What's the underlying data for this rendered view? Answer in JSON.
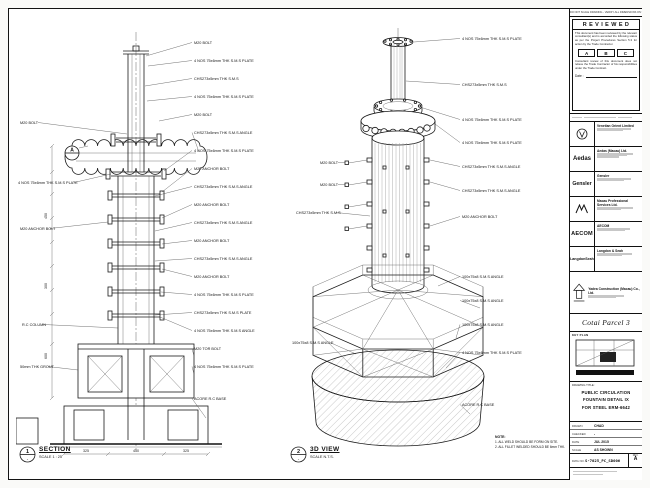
{
  "sheet": {
    "top_strip": "DO NOT SCALE DRAWING - VERIFY ALL DIMENSIONS ON SITE",
    "notes_heading": "NOTE:",
    "notes": [
      "1. ALL WELD SHOULD BE FORM ON SITE.",
      "2. ALL FILLET WELDED SHOULD BE 6mm THK."
    ]
  },
  "section_view": {
    "bubble_num": "1",
    "bubble_ref": "-",
    "title": "SECTION",
    "scale": "SCALE 1 : 25",
    "detail_bubble": "A",
    "annotations_right": [
      "M20 BOLT",
      "4 NOS 75x6mm THK S.M.S PLATE",
      "CHS273x5mm THK S.M.S",
      "4 NOS 75x6mm THK S.M.S PLATE",
      "M20 BOLT",
      "CHS273x5mm THK S.M.S ANGLE",
      "4 NOS 75x6mm THK S.M.S PLATE",
      "M20 ANCHOR BOLT",
      "CHS273x5mm THK S.M.S ANGLE",
      "M20 ANCHOR BOLT",
      "CHS273x5mm THK S.M.S ANGLE",
      "M20 ANCHOR BOLT",
      "CHS273x5mm THK S.M.S ANGLE",
      "M20 ANCHOR BOLT",
      "4 NOS 75x6mm THK S.M.S PLATE",
      "CHS273x5mm THK S.M.S PLATE",
      "4 NOS 75x6mm THK S.M.S ANGLE",
      "M20 TOR BOLT",
      "4 NOS 75x6mm THK S.M.S PLATE",
      "ACORE R.C BASE"
    ],
    "annotations_left": [
      "M20 BOLT",
      "4 NOS 75x6mm THK S.M.S PLATE",
      "M20 ANCHOR BOLT",
      "R.C COLUMN",
      "50mm THK GROUT"
    ],
    "dims_vertical": [
      "450",
      "300",
      "600"
    ],
    "dims_bottom": [
      "325",
      "450",
      "325"
    ]
  },
  "iso_view": {
    "bubble_num": "2",
    "bubble_ref": "-",
    "title": "3D VIEW",
    "scale": "SCALE N.T.S.",
    "annotations_right": [
      "4 NOS 75x6mm THK S.M.S PLATE",
      "CHS273x5mm THK S.M.S",
      "4 NOS 75x6mm THK S.M.S PLATE",
      "4 NOS 75x6mm THK S.M.S PLATE",
      "CHS273x5mm THK S.M.S ANGLE",
      "CHS273x5mm THK S.M.S ANGLE",
      "M20 ANCHOR BOLT",
      "100x75x8 S.M.S ANGLE",
      "100x75x8 S.M.S ANGLE",
      "100x75x8 S.M.S ANGLE",
      "4 NOS 75x6mm THK S.M.S PLATE",
      "ACORE R.C BASE"
    ],
    "annotations_left": [
      "M20 BOLT",
      "M20 BOLT",
      "CHS273x5mm THK S.M.S",
      "100x75x8 S.M.S ANGLE"
    ]
  },
  "title_block": {
    "reviewed": {
      "title": "REVIEWED",
      "para1": "This document has been reviewed by the relevant consultant(s) and is accorded the following status as per the Project Procedures Section 5.3 for action by the Trade Contractor.",
      "para2": "Consultant review of this document does not relieve the Trade Contractor of his responsibilities under the Trade Contract.",
      "date_label": "Date :"
    },
    "status_codes": [
      "A",
      "B",
      "C"
    ],
    "companies": [
      {
        "logo": "",
        "name": "Venetian Orient Limited"
      },
      {
        "logo": "Aedas",
        "name": "Aedas (Macau) Ltd."
      },
      {
        "logo": "Gensler",
        "name": "Gensler"
      },
      {
        "logo": "",
        "name": "Macau Professional Services Ltd."
      },
      {
        "logo": "AECOM",
        "name": "AECOM"
      },
      {
        "logo": "LangdonSeah",
        "name": "Langdon & Seah"
      }
    ],
    "contractor_name": "Yadea Construction (Macau) Co., Ltd.",
    "project_name": "Cotai Parcel 3",
    "key_plan_label": "KEY PLAN",
    "drawing_title_label": "DRAWING TITLE :",
    "drawing_title_lines": [
      "PUBLIC CIRCULATION",
      "FOUNTAIN DETAIL IX",
      "FOR STEEL ERM-6642"
    ],
    "fields": [
      {
        "label": "DRAWN",
        "value": "CHAD"
      },
      {
        "label": "CHECKED",
        "value": "-"
      },
      {
        "label": "DATE",
        "value": "JUL 2015"
      },
      {
        "label": "SCALE",
        "value": "AS SHOWN"
      }
    ],
    "dwg_label": "DWG NO.",
    "dwg_no": "S-7025_PC_SD006",
    "rev_label": "REV.",
    "rev": "A"
  }
}
